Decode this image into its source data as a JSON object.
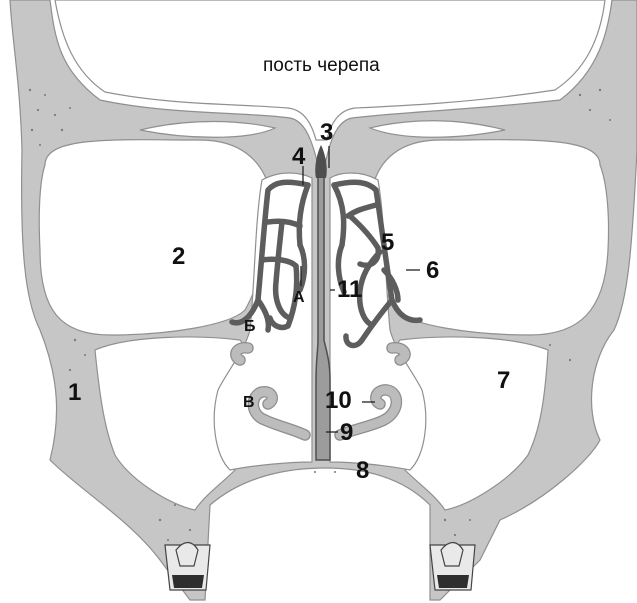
{
  "title": "пость черепа",
  "labels": {
    "n1": "1",
    "n2": "2",
    "n3": "3",
    "n4": "4",
    "n5": "5",
    "n6": "6",
    "n7": "7",
    "n8": "8",
    "n9": "9",
    "n10": "10",
    "n11": "11",
    "a": "А",
    "b": "Б",
    "v": "В"
  }
}
